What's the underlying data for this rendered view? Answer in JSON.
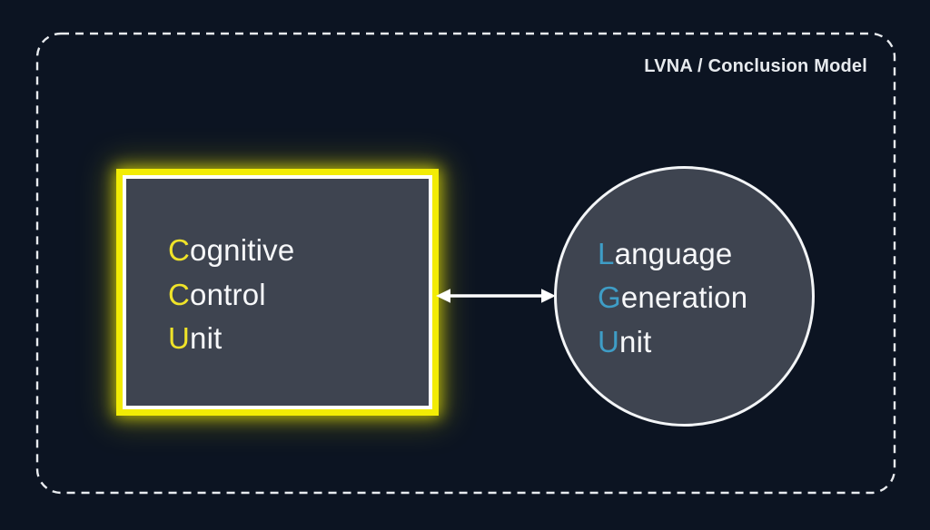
{
  "title": "LVNA / Conclusion Model",
  "colors": {
    "background": "#0C1422",
    "frame_dash": "#E8EBEF",
    "node_fill": "#3E4450",
    "node_border": "#FFFFFF",
    "glow_yellow": "#F2EC05",
    "accent_yellow": "#EFE329",
    "accent_blue": "#3E9DC6",
    "text": "#F7F8FA",
    "arrow": "#FFFFFF"
  },
  "nodes": {
    "ccu": {
      "shape": "rectangle",
      "style": "yellow-glow-border",
      "lines": [
        {
          "initial": "C",
          "rest": "ognitive"
        },
        {
          "initial": "C",
          "rest": "ontrol"
        },
        {
          "initial": "U",
          "rest": "nit"
        }
      ]
    },
    "lgu": {
      "shape": "circle",
      "style": "white-border",
      "lines": [
        {
          "initial": "L",
          "rest": "anguage"
        },
        {
          "initial": "G",
          "rest": "eneration"
        },
        {
          "initial": "U",
          "rest": "nit"
        }
      ]
    }
  },
  "connector": {
    "type": "double-headed-arrow",
    "from": "ccu",
    "to": "lgu"
  }
}
